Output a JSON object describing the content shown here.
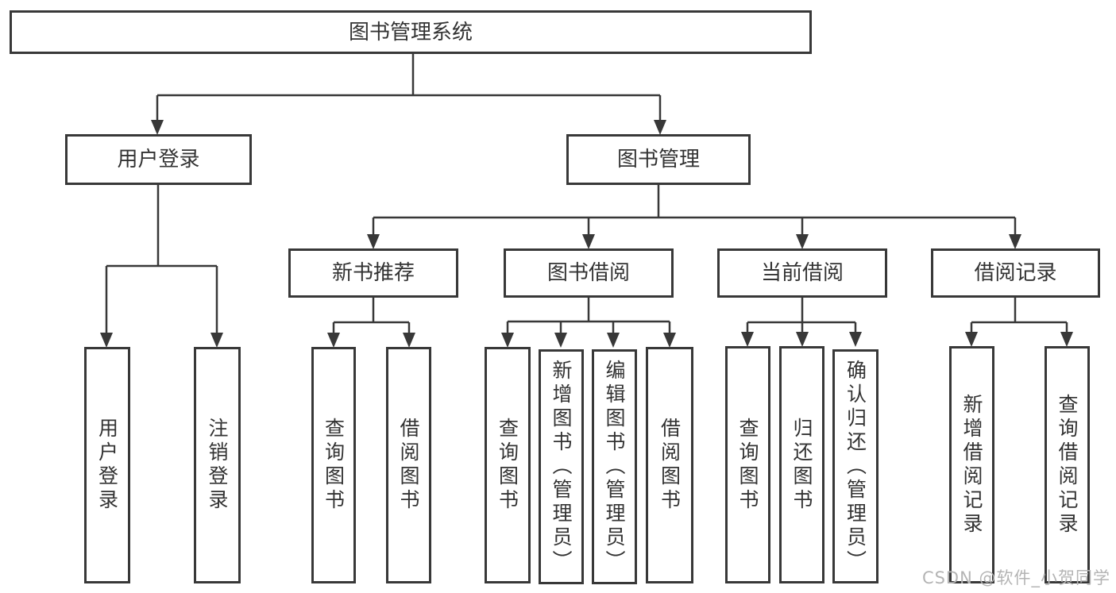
{
  "diagram": {
    "type": "tree-structure-diagram",
    "colors": {
      "line": "#383838",
      "text": "#333333",
      "background": "#ffffff",
      "watermark": "#b4b4b4"
    },
    "tree": {
      "label": "图书管理系统",
      "children": [
        {
          "label": "用户登录",
          "children": [
            {
              "label": "用户登录"
            },
            {
              "label": "注销登录"
            }
          ]
        },
        {
          "label": "图书管理",
          "children": [
            {
              "label": "新书推荐",
              "children": [
                {
                  "label": "查询图书"
                },
                {
                  "label": "借阅图书"
                }
              ]
            },
            {
              "label": "图书借阅",
              "children": [
                {
                  "label": "查询图书"
                },
                {
                  "label": "新增图书（管理员）"
                },
                {
                  "label": "编辑图书（管理员）"
                },
                {
                  "label": "借阅图书"
                }
              ]
            },
            {
              "label": "当前借阅",
              "children": [
                {
                  "label": "查询图书"
                },
                {
                  "label": "归还图书"
                },
                {
                  "label": "确认归还（管理员）"
                }
              ]
            },
            {
              "label": "借阅记录",
              "children": [
                {
                  "label": "新增借阅记录"
                },
                {
                  "label": "查询借阅记录"
                }
              ]
            }
          ]
        }
      ]
    },
    "watermark": "CSDN @软件_小贺同学"
  }
}
